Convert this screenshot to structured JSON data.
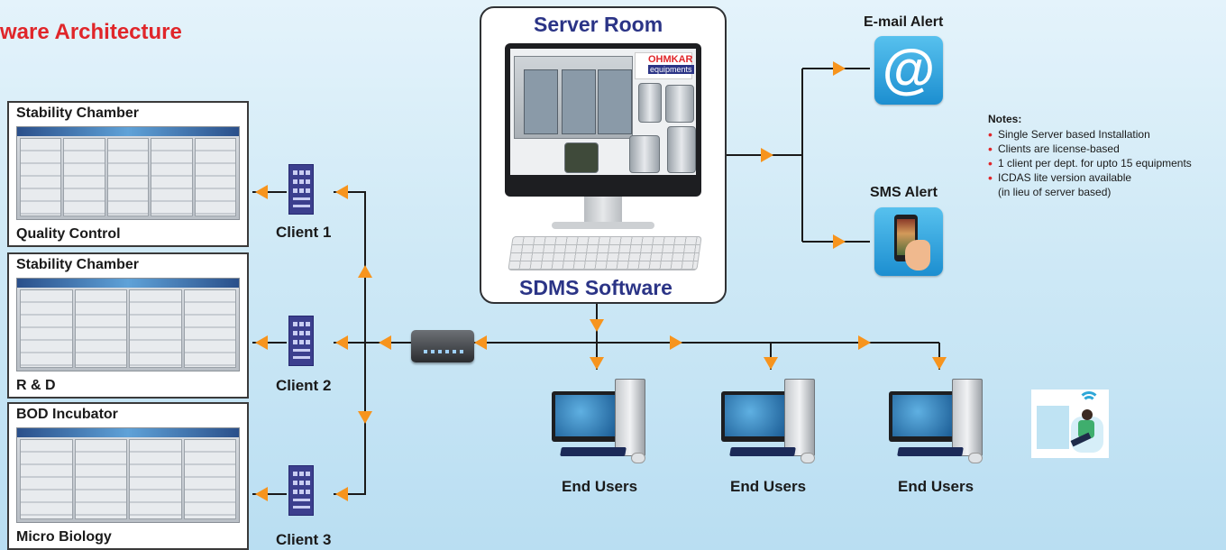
{
  "title": "ware Architecture",
  "equipment": [
    {
      "top_label": "Stability Chamber",
      "bottom_label": "Quality Control"
    },
    {
      "top_label": "Stability Chamber",
      "bottom_label": "R & D"
    },
    {
      "top_label": "BOD Incubator",
      "bottom_label": "Micro Biology"
    }
  ],
  "clients": [
    "Client 1",
    "Client 2",
    "Client 3"
  ],
  "server": {
    "title": "Server Room",
    "software": "SDMS Software",
    "logo_line1": "OHMKAR",
    "logo_line2": "equipments"
  },
  "alerts": {
    "email_label": "E-mail Alert",
    "email_glyph": "@",
    "sms_label": "SMS Alert"
  },
  "end_users": [
    "End Users",
    "End Users",
    "End Users"
  ],
  "notes": {
    "title": "Notes:",
    "items": [
      "Single Server based Installation",
      "Clients are license-based",
      "1 client per dept. for upto 15 equipments",
      "ICDAS lite version available"
    ],
    "item4_continuation": "(in lieu of server based)"
  },
  "colors": {
    "arrow": "#f7941d",
    "title_red": "#e0262a",
    "server_blue": "#2b3486",
    "line": "#1a1a1a"
  },
  "icons": [
    "building-icon",
    "network-switch-icon",
    "desktop-computer-icon",
    "email-at-icon",
    "mobile-phone-icon",
    "wifi-remote-user-icon"
  ]
}
